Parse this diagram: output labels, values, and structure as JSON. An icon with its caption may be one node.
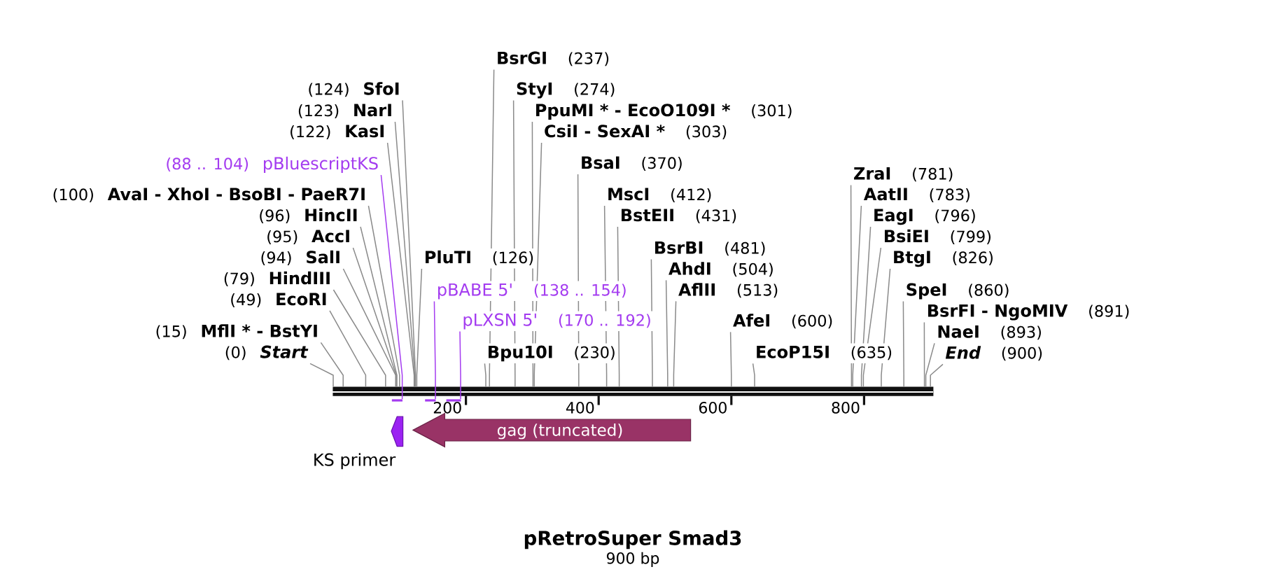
{
  "diagram": {
    "title": "pRetroSuper Smad3",
    "caption": "900 bp",
    "nodes": [
      {
        "text": [
          "BsrGI",
          "(237)"
        ]
      },
      {
        "text": [
          "(124)",
          "SfoI"
        ]
      },
      {
        "text": [
          "StyI",
          "(274)"
        ]
      },
      {
        "text": [
          "(123)",
          "NarI"
        ]
      },
      {
        "text": [
          "PpuMI * - EcoO109I *",
          "(301)"
        ]
      },
      {
        "text": [
          "(122)",
          "KasI"
        ]
      },
      {
        "text": [
          "CsiI - SexAI *",
          "(303)"
        ]
      },
      {
        "text": [
          "(88 .. 104)",
          "pBluescriptKS"
        ]
      },
      {
        "text": [
          "BsaI",
          "(370)"
        ]
      },
      {
        "text": [
          "ZraI",
          "(781)"
        ]
      },
      {
        "text": [
          "(100)",
          "AvaI - XhoI - BsoBI - PaeR7I"
        ]
      },
      {
        "text": [
          "MscI",
          "(412)"
        ]
      },
      {
        "text": [
          "AatII",
          "(783)"
        ]
      },
      {
        "text": [
          "(96)",
          "HincII"
        ]
      },
      {
        "text": [
          "BstEII",
          "(431)"
        ]
      },
      {
        "text": [
          "EagI",
          "(796)"
        ]
      },
      {
        "text": [
          "(95)",
          "AccI"
        ]
      },
      {
        "text": [
          "BsiEI",
          "(799)"
        ]
      },
      {
        "text": [
          "BsrBI",
          "(481)"
        ]
      },
      {
        "text": [
          "(94)",
          "SalI"
        ]
      },
      {
        "text": [
          "PluTI",
          "(126)"
        ]
      },
      {
        "text": [
          "BtgI",
          "(826)"
        ]
      },
      {
        "text": [
          "AhdI",
          "(504)"
        ]
      },
      {
        "text": [
          "(79)",
          "HindIII"
        ]
      },
      {
        "text": [
          "pBABE 5'",
          "(138 .. 154)"
        ]
      },
      {
        "text": [
          "AflII",
          "(513)"
        ]
      },
      {
        "text": [
          "SpeI",
          "(860)"
        ]
      },
      {
        "text": [
          "(49)",
          "EcoRI"
        ]
      },
      {
        "text": [
          "BsrFI - NgoMIV",
          "(891)"
        ]
      },
      {
        "text": [
          "pLXSN 5'",
          "(170 .. 192)"
        ]
      },
      {
        "text": [
          "AfeI",
          "(600)"
        ]
      },
      {
        "text": [
          "(15)",
          "MflI * - BstYI"
        ]
      },
      {
        "text": [
          "NaeI",
          "(893)"
        ]
      },
      {
        "text": [
          "(0)",
          "Start"
        ]
      },
      {
        "text": [
          "Bpu10I",
          "(230)"
        ]
      },
      {
        "text": [
          "EcoP15I",
          "(635)"
        ]
      },
      {
        "text": [
          "End",
          "(900)"
        ]
      },
      {
        "text": [],
        "shape": "bar"
      },
      {
        "text": [],
        "shape": "bar"
      },
      {
        "text": [],
        "shape": "bar"
      },
      {
        "text": [],
        "shape": "bar"
      },
      {
        "text": [
          "KS primer"
        ]
      },
      {
        "text": [
          "gag (truncated)"
        ]
      }
    ],
    "edges": [
      {
        "from": 0,
        "to": 37,
        "arrow": "none"
      },
      {
        "from": 1,
        "to": 37,
        "arrow": "none"
      },
      {
        "from": 2,
        "to": 37,
        "arrow": "none"
      },
      {
        "from": 3,
        "to": 37,
        "arrow": "none"
      },
      {
        "from": 4,
        "to": 37,
        "arrow": "none"
      },
      {
        "from": 5,
        "to": 37,
        "arrow": "none"
      },
      {
        "from": 6,
        "to": 37,
        "arrow": "none"
      },
      {
        "from": 7,
        "to": 38,
        "arrow": "none",
        "color": "#a43cf0"
      },
      {
        "from": 8,
        "to": 37,
        "arrow": "none"
      },
      {
        "from": 9,
        "to": 37,
        "arrow": "none"
      },
      {
        "from": 10,
        "to": 37,
        "arrow": "none"
      },
      {
        "from": 11,
        "to": 37,
        "arrow": "none"
      },
      {
        "from": 12,
        "to": 37,
        "arrow": "none"
      },
      {
        "from": 13,
        "to": 37,
        "arrow": "none"
      },
      {
        "from": 14,
        "to": 37,
        "arrow": "none"
      },
      {
        "from": 15,
        "to": 37,
        "arrow": "none"
      },
      {
        "from": 16,
        "to": 37,
        "arrow": "none"
      },
      {
        "from": 17,
        "to": 37,
        "arrow": "none"
      },
      {
        "from": 18,
        "to": 37,
        "arrow": "none"
      },
      {
        "from": 19,
        "to": 37,
        "arrow": "none"
      },
      {
        "from": 20,
        "to": 37,
        "arrow": "none"
      },
      {
        "from": 21,
        "to": 37,
        "arrow": "none"
      },
      {
        "from": 22,
        "to": 37,
        "arrow": "none"
      },
      {
        "from": 23,
        "to": 37,
        "arrow": "none"
      },
      {
        "from": 24,
        "to": 39,
        "arrow": "none",
        "color": "#a43cf0"
      },
      {
        "from": 25,
        "to": 37,
        "arrow": "none"
      },
      {
        "from": 26,
        "to": 37,
        "arrow": "none"
      },
      {
        "from": 27,
        "to": 37,
        "arrow": "none"
      },
      {
        "from": 28,
        "to": 37,
        "arrow": "none"
      },
      {
        "from": 29,
        "to": 40,
        "arrow": "none",
        "color": "#a43cf0"
      },
      {
        "from": 30,
        "to": 37,
        "arrow": "none"
      },
      {
        "from": 31,
        "to": 37,
        "arrow": "none"
      },
      {
        "from": 32,
        "to": 37,
        "arrow": "none"
      },
      {
        "from": 33,
        "to": 37,
        "arrow": "none"
      },
      {
        "from": 34,
        "to": 37,
        "arrow": "none"
      },
      {
        "from": 35,
        "to": 37,
        "arrow": "none"
      },
      {
        "from": 36,
        "to": 37,
        "arrow": "none"
      }
    ],
    "labels": [
      "200",
      "400",
      "600",
      "800"
    ]
  }
}
